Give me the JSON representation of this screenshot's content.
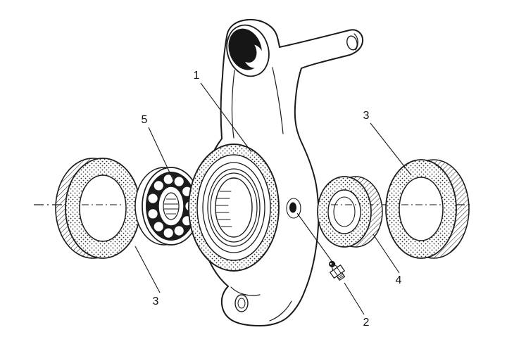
{
  "page": {
    "background": "#ffffff",
    "ink": "#1a1a1a"
  },
  "diagram": {
    "callouts": {
      "housing": "1",
      "grease_fitting": "2",
      "seal_left": "3",
      "seal_right": "3",
      "bearing_right": "4",
      "ball_bearing_left": "5"
    }
  }
}
